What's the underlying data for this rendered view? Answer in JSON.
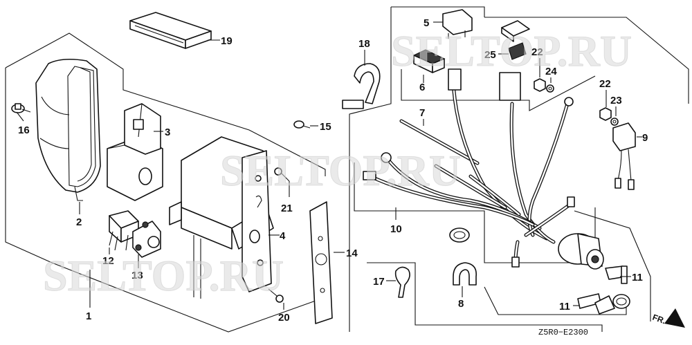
{
  "watermark": "SELTOP.RU",
  "diagram_code": "Z5R0−E2300",
  "direction_label": "FR.",
  "callouts": {
    "p1": "1",
    "p2": "2",
    "p3": "3",
    "p4": "4",
    "p5": "5",
    "p6": "6",
    "p7": "7",
    "p8": "8",
    "p9": "9",
    "p10": "10",
    "p11a": "11",
    "p11b": "11",
    "p12": "12",
    "p13": "13",
    "p14": "14",
    "p15": "15",
    "p16": "16",
    "p17": "17",
    "p18": "18",
    "p19": "19",
    "p20": "20",
    "p21": "21",
    "p22a": "22",
    "p22b": "22",
    "p23": "23",
    "p24": "24",
    "p25": "25"
  }
}
